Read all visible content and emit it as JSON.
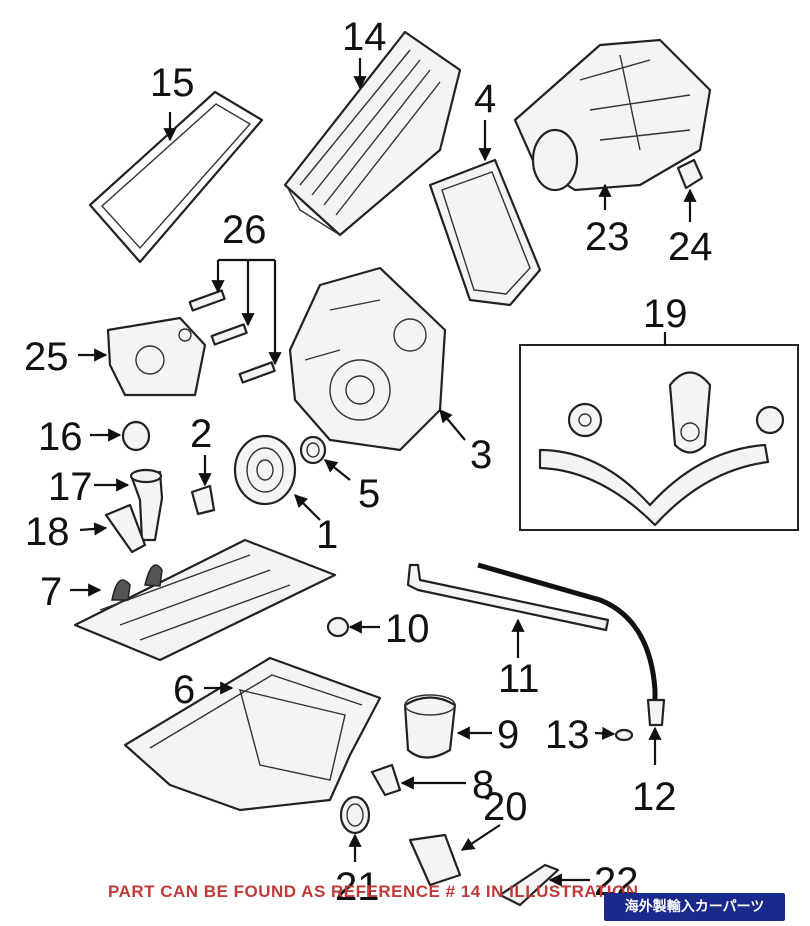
{
  "diagram": {
    "callouts": [
      "1",
      "2",
      "3",
      "4",
      "5",
      "6",
      "7",
      "8",
      "9",
      "10",
      "11",
      "12",
      "13",
      "14",
      "15",
      "16",
      "17",
      "18",
      "19",
      "20",
      "21",
      "22",
      "23",
      "24",
      "25",
      "26"
    ],
    "footer_note": "PART CAN BE FOUND AS REFERENCE # 14 IN ILLUSTRATION",
    "badge_text": "海外製輸入カーパーツ",
    "colors": {
      "line": "#222222",
      "footer": "#c03a3a",
      "badge": "#1a2a8c"
    }
  }
}
